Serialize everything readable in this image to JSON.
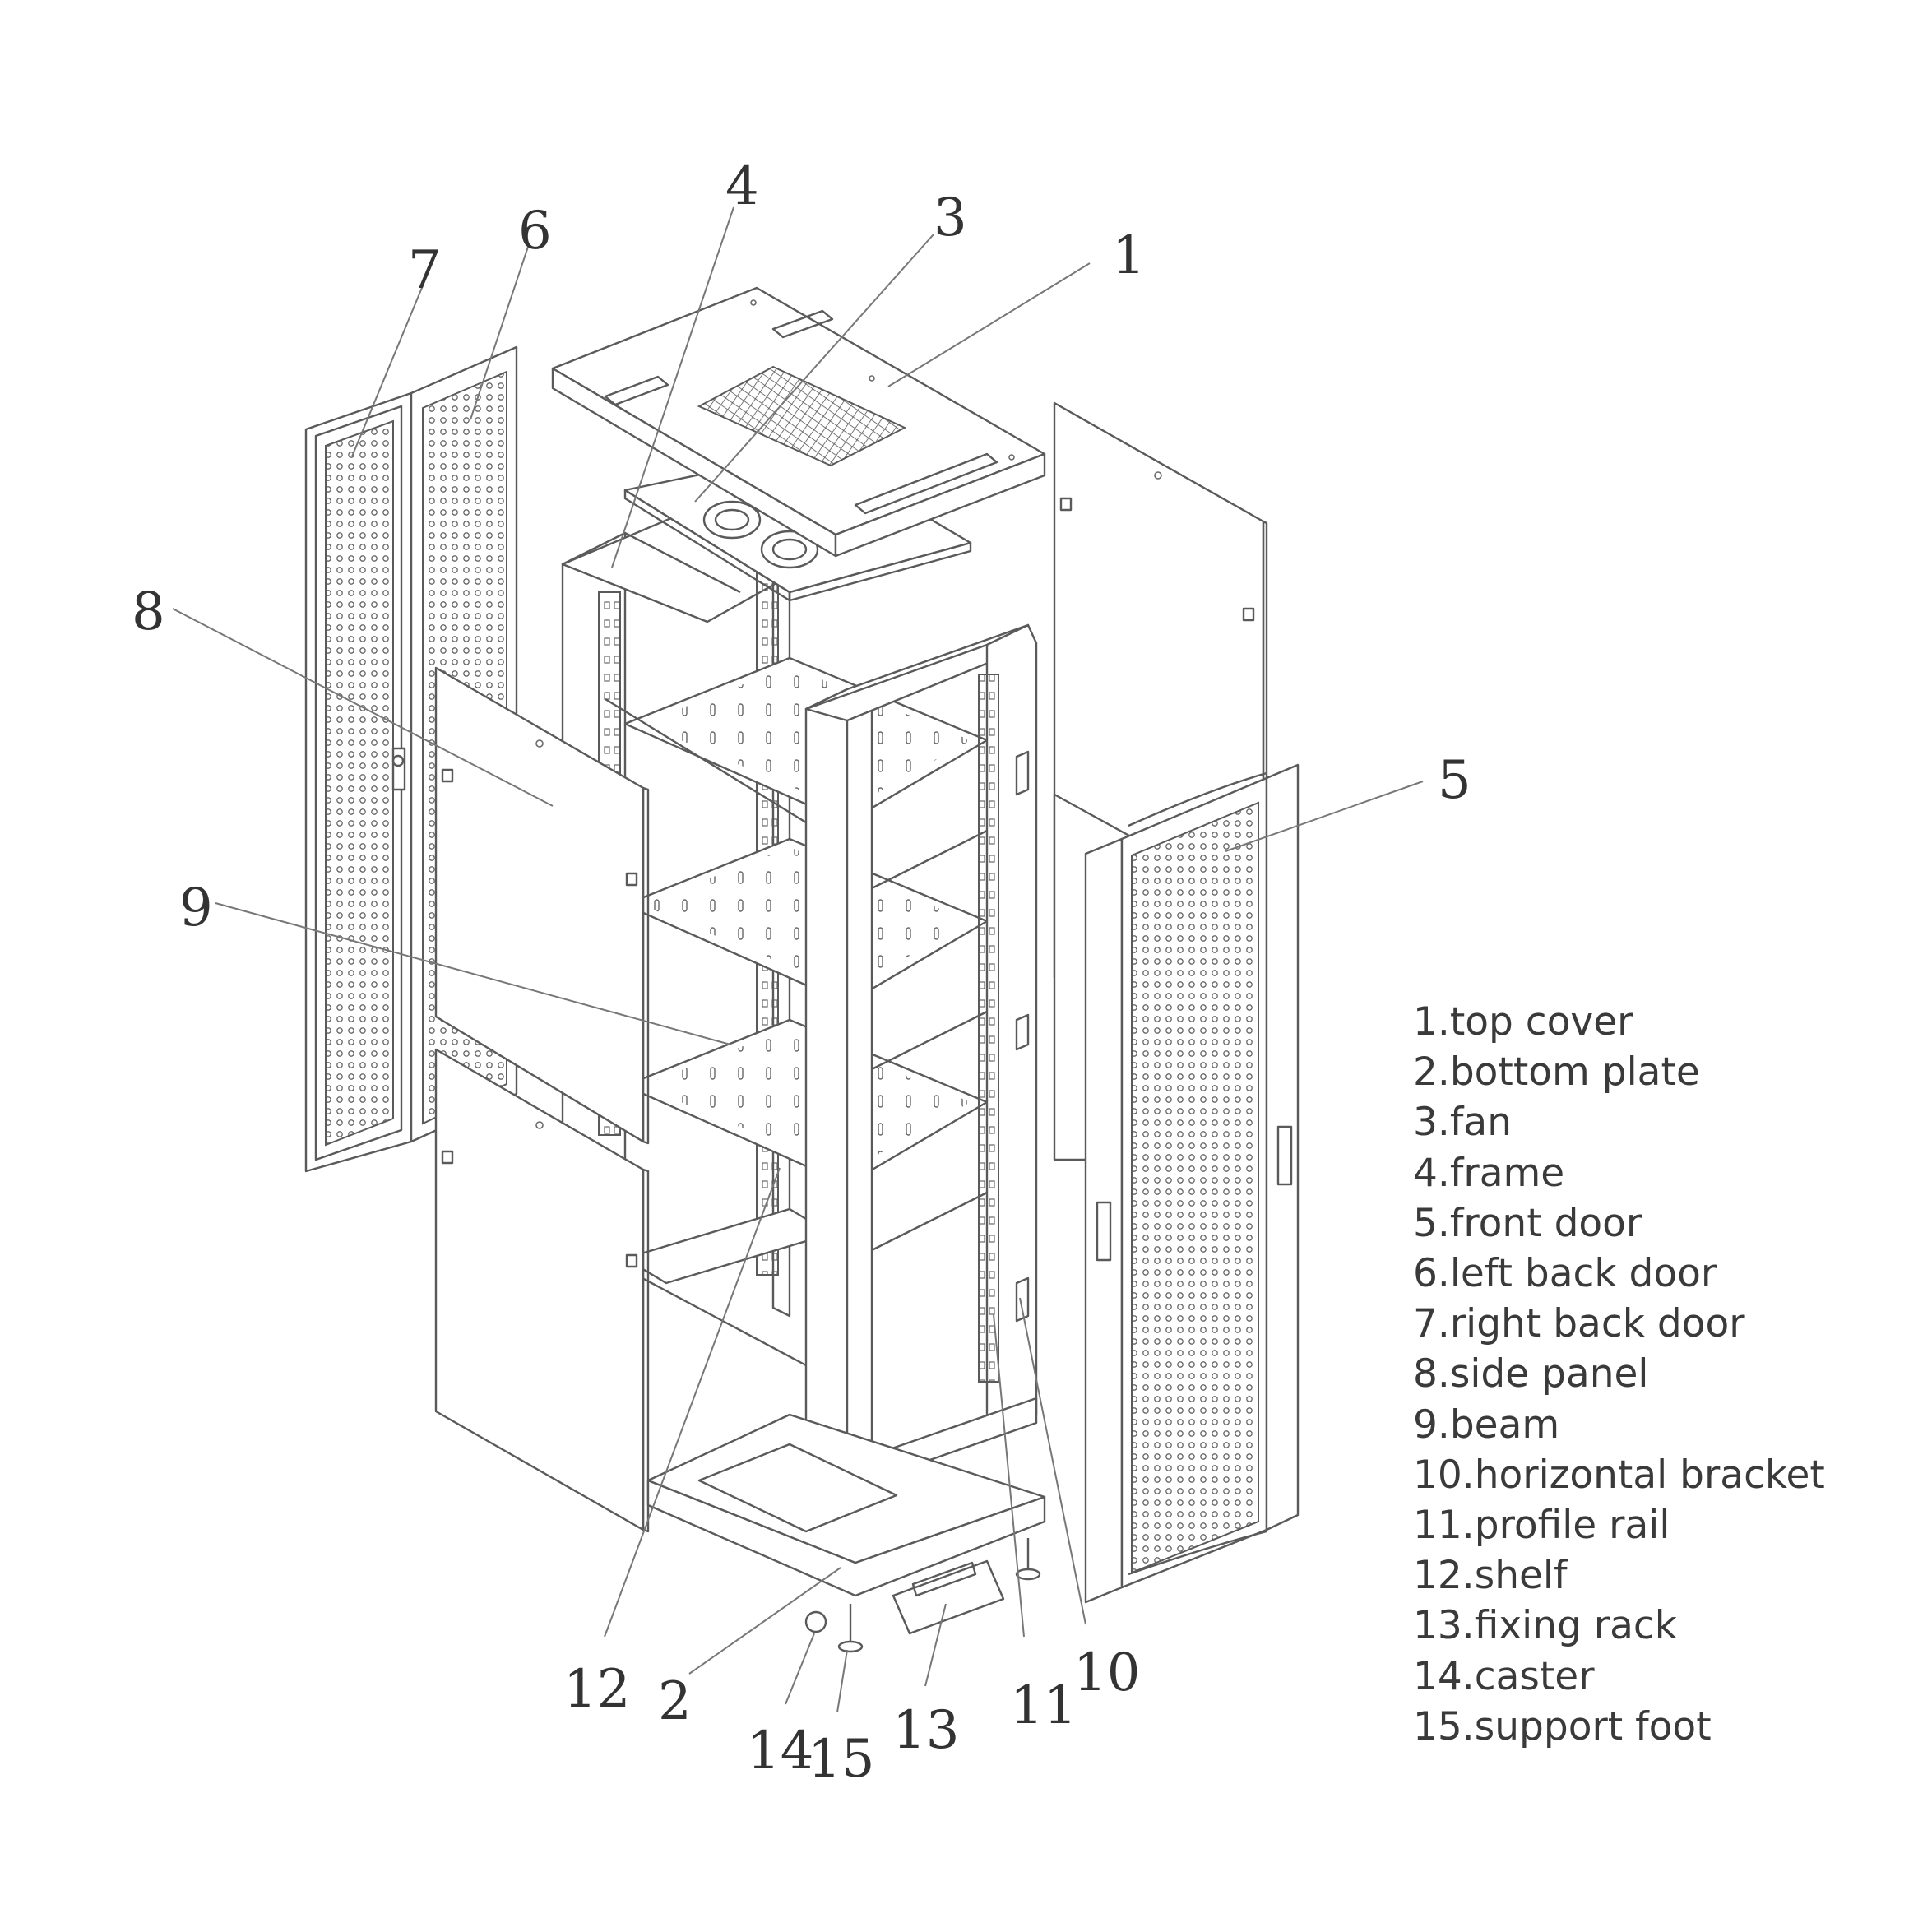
{
  "callouts": [
    {
      "num": "1",
      "label": "top cover"
    },
    {
      "num": "2",
      "label": "bottom plate"
    },
    {
      "num": "3",
      "label": "fan"
    },
    {
      "num": "4",
      "label": "frame"
    },
    {
      "num": "5",
      "label": "front door"
    },
    {
      "num": "6",
      "label": "left back door"
    },
    {
      "num": "7",
      "label": "right back door"
    },
    {
      "num": "8",
      "label": "side panel"
    },
    {
      "num": "9",
      "label": "beam"
    },
    {
      "num": "10",
      "label": "horizontal bracket"
    },
    {
      "num": "11",
      "label": "profile rail"
    },
    {
      "num": "12",
      "label": "shelf"
    },
    {
      "num": "13",
      "label": "fixing rack"
    },
    {
      "num": "14",
      "label": "caster"
    },
    {
      "num": "15",
      "label": "support foot"
    }
  ],
  "legend": [
    "1.top cover",
    "2.bottom plate",
    "3.fan",
    "4.frame",
    "5.front door",
    "6.left back door",
    "7.right back door",
    "8.side panel",
    "9.beam",
    "10.horizontal bracket",
    "11.profile rail",
    "12.shelf",
    "13.fixing rack",
    "14.caster",
    "15.support foot"
  ]
}
